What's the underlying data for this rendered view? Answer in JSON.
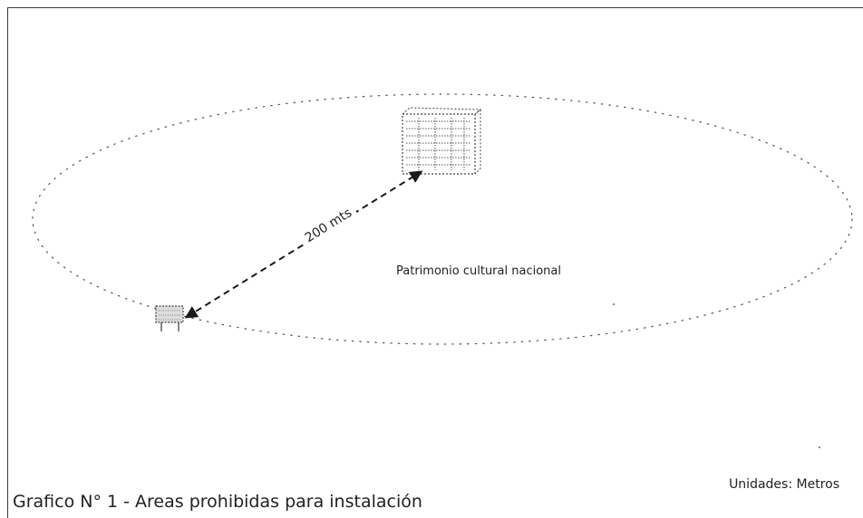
{
  "diagram": {
    "area_label": "Patrimonio cultural nacional",
    "distance_label": "200 mts",
    "units_note": "Unidades: Metros",
    "caption": "Grafico N° 1 - Areas prohibidas para instalación",
    "colors": {
      "frame": "#3a3a3a",
      "ellipse_dots": "#555555",
      "arrow": "#1a1a1a",
      "building_sketch": "#444444"
    }
  }
}
